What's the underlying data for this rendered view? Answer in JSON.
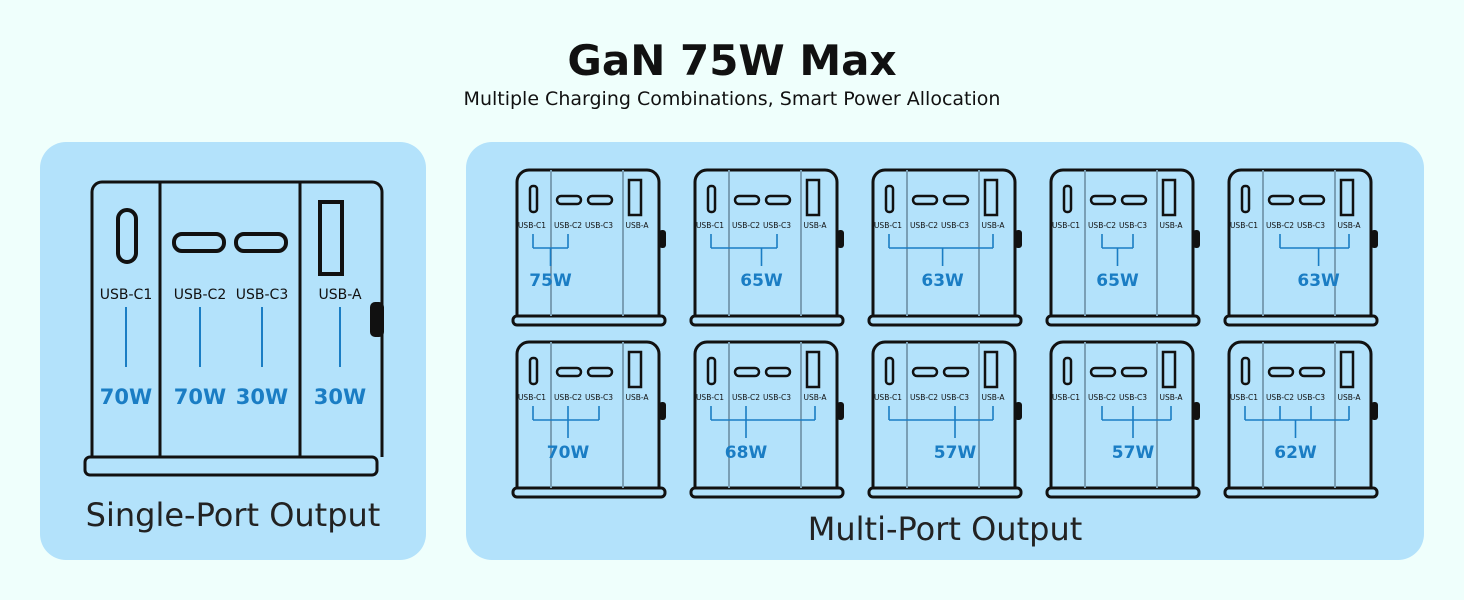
{
  "header": {
    "title": "GaN 75W Max",
    "subtitle": "Multiple Charging Combinations, Smart Power Allocation"
  },
  "colors": {
    "accent": "#1a7dc4",
    "panel": "#b3e2fb",
    "background": "#effffc"
  },
  "ports": [
    "USB-C1",
    "USB-C2",
    "USB-C3",
    "USB-A"
  ],
  "single": {
    "title": "Single-Port Output",
    "outputs": [
      "70W",
      "70W",
      "30W",
      "30W"
    ]
  },
  "multi": {
    "title": "Multi-Port Output",
    "combos": [
      {
        "ports": [
          0,
          1
        ],
        "stem": 0.5,
        "watts": "75W"
      },
      {
        "ports": [
          0,
          2
        ],
        "stem": 1.5,
        "watts": "65W"
      },
      {
        "ports": [
          0,
          3
        ],
        "stem": 1.6,
        "watts": "63W"
      },
      {
        "ports": [
          1,
          2
        ],
        "stem": 1.5,
        "watts": "65W"
      },
      {
        "ports": [
          1,
          3
        ],
        "stem": 2.2,
        "watts": "63W"
      },
      {
        "ports": [
          0,
          1,
          2
        ],
        "stem": 1,
        "watts": "70W"
      },
      {
        "ports": [
          0,
          1,
          3
        ],
        "stem": 1,
        "watts": "68W"
      },
      {
        "ports": [
          0,
          2,
          3
        ],
        "stem": 2,
        "watts": "57W"
      },
      {
        "ports": [
          1,
          2,
          3
        ],
        "stem": 2,
        "watts": "57W"
      },
      {
        "ports": [
          0,
          1,
          2,
          3
        ],
        "stem": 1.5,
        "watts": "62W"
      }
    ]
  }
}
